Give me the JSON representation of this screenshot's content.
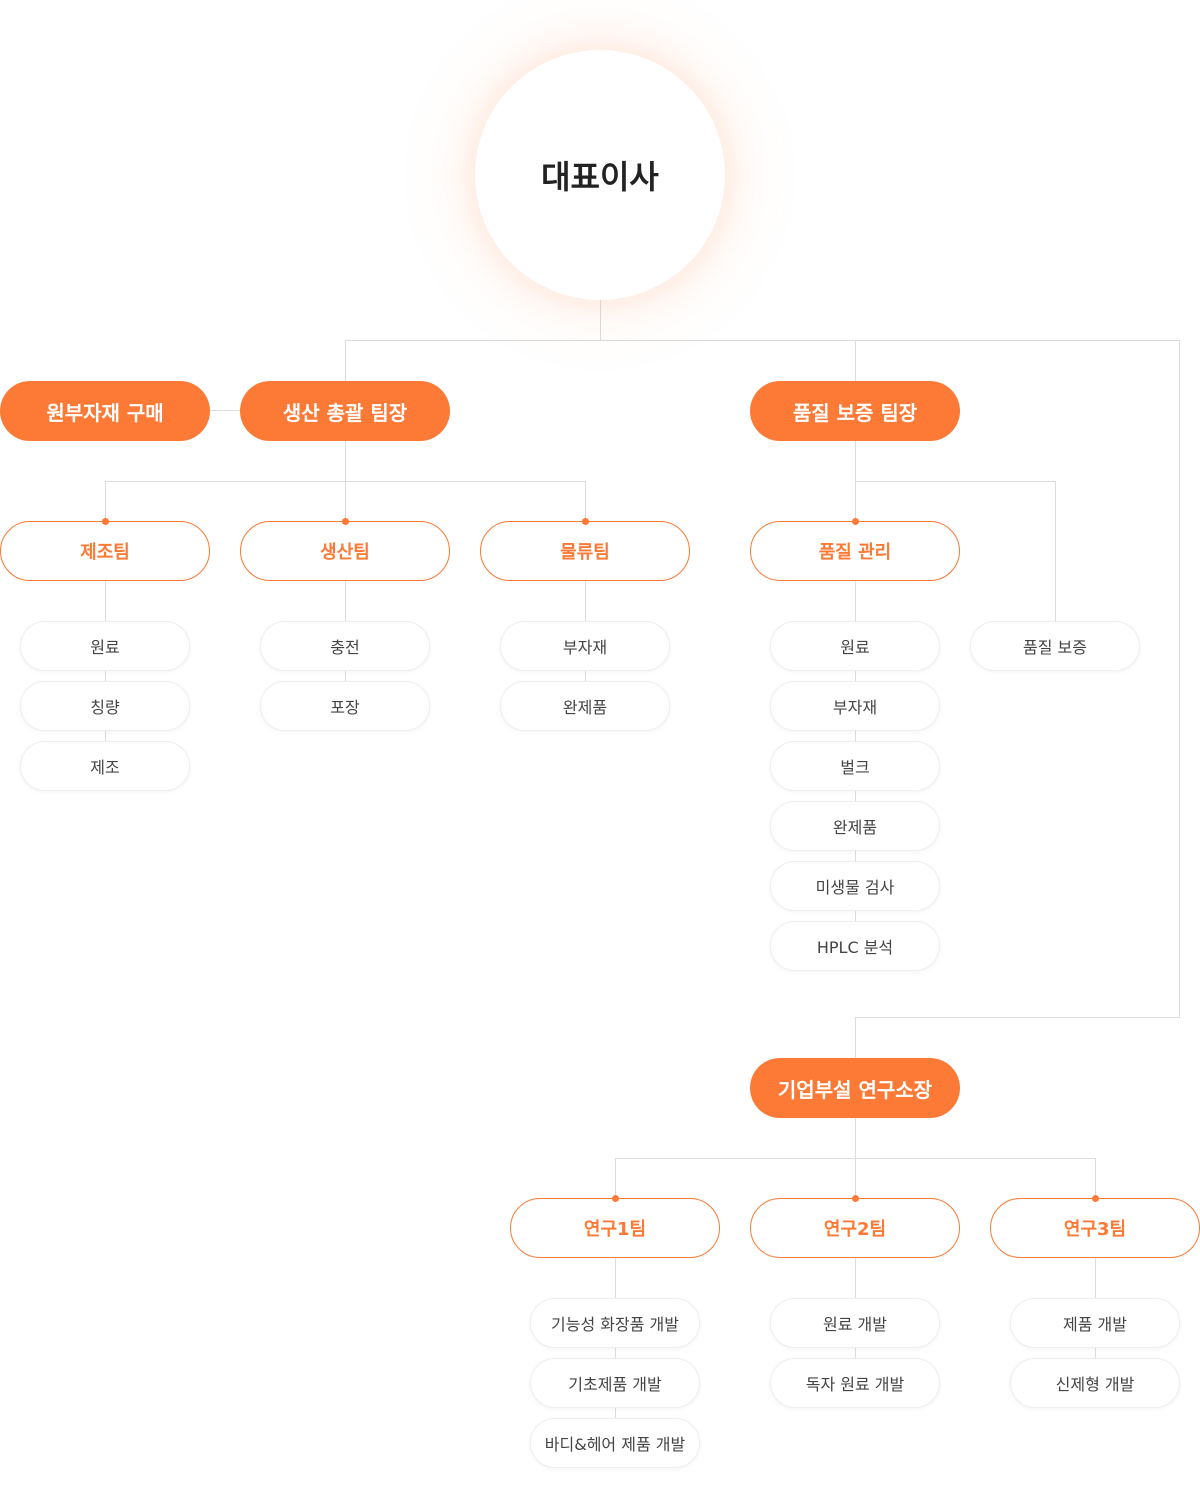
{
  "ceo": "대표이사",
  "heads": {
    "purchasing": "원부자재 구매",
    "production": "생산 총괄 팀장",
    "quality": "품질 보증 팀장",
    "research": "기업부설 연구소장"
  },
  "production_teams": [
    {
      "name": "제조팀",
      "tasks": [
        "원료",
        "칭량",
        "제조"
      ]
    },
    {
      "name": "생산팀",
      "tasks": [
        "충전",
        "포장"
      ]
    },
    {
      "name": "물류팀",
      "tasks": [
        "부자재",
        "완제품"
      ]
    }
  ],
  "quality_teams": {
    "management": {
      "name": "품질 관리",
      "tasks": [
        "원료",
        "부자재",
        "벌크",
        "완제품",
        "미생물 검사",
        "HPLC 분석"
      ]
    },
    "assurance": "품질 보증"
  },
  "research_teams": [
    {
      "name": "연구1팀",
      "tasks": [
        "기능성 화장품 개발",
        "기초제품 개발",
        "바디&헤어 제품 개발"
      ]
    },
    {
      "name": "연구2팀",
      "tasks": [
        "원료 개발",
        "독자 원료 개발"
      ]
    },
    {
      "name": "연구3팀",
      "tasks": [
        "제품 개발",
        "신제형 개발"
      ]
    }
  ],
  "colors": {
    "accent": "#fc7a36",
    "line": "#dddddd",
    "text": "#444444"
  }
}
